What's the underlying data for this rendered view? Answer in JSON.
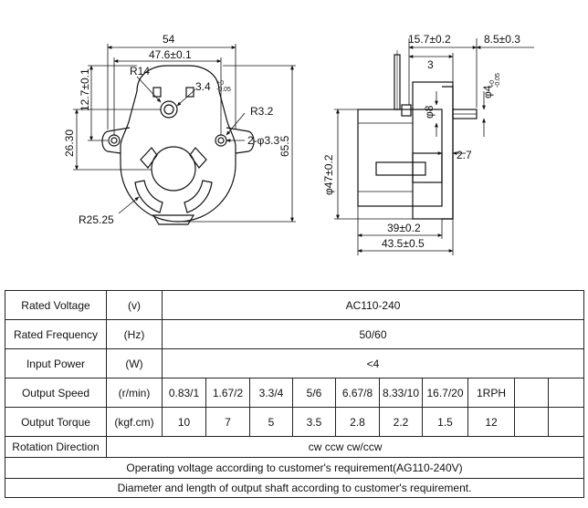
{
  "drawing": {
    "front": {
      "dim_width": "54",
      "dim_mount_spacing": "47.6±0.1",
      "dim_corner_radius": "R14",
      "dim_shaft_flat": "3.4",
      "dim_shaft_flat_tol_upper": "+0",
      "dim_shaft_flat_tol_lower": "-0.05",
      "dim_boss_radius": "R3.2",
      "dim_holes": "2-φ3.3",
      "dim_hole_to_top": "12.7±0.1",
      "dim_hole_height": "26.30",
      "dim_height": "65.5",
      "dim_body_radius": "R25.25"
    },
    "side": {
      "dim_shaft_length": "15.7±0.2",
      "dim_shaft_ext": "8.5±0.3",
      "dim_step": "3",
      "dim_shaft_dia": "φ4",
      "dim_shaft_dia_tol_upper": "+0",
      "dim_shaft_dia_tol_lower": "-0.05",
      "dim_hub_dia": "φ8",
      "dim_boss": "2.7",
      "dim_body_dia": "φ47±0.2",
      "dim_body_depth": "39±0.2",
      "dim_total_depth": "43.5±0.5"
    }
  },
  "spec": {
    "rated_voltage": {
      "label": "Rated Voltage",
      "unit": "(v)",
      "value": "AC110-240"
    },
    "rated_frequency": {
      "label": "Rated Frequency",
      "unit": "(Hz)",
      "value": "50/60"
    },
    "input_power": {
      "label": "Input Power",
      "unit": "(W)",
      "value": "<4"
    },
    "output_speed": {
      "label": "Output Speed",
      "unit": "(r/min)",
      "values": [
        "0.83/1",
        "1.67/2",
        "3.3/4",
        "5/6",
        "6.67/8",
        "8.33/10",
        "16.7/20",
        "1RPH",
        "",
        ""
      ]
    },
    "output_torque": {
      "label": "Output Torque",
      "unit": "(kgf.cm)",
      "values": [
        "10",
        "7",
        "5",
        "3.5",
        "2.8",
        "2.2",
        "1.5",
        "12",
        "",
        ""
      ]
    },
    "rotation_direction": {
      "label": "Rotation Direction",
      "value": "cw ccw cw/ccw"
    },
    "note_voltage": "Operating voltage according to customer's requirement(AG110-240V)",
    "note_shaft": "Diameter and length of output shaft according to customer's requirement."
  }
}
